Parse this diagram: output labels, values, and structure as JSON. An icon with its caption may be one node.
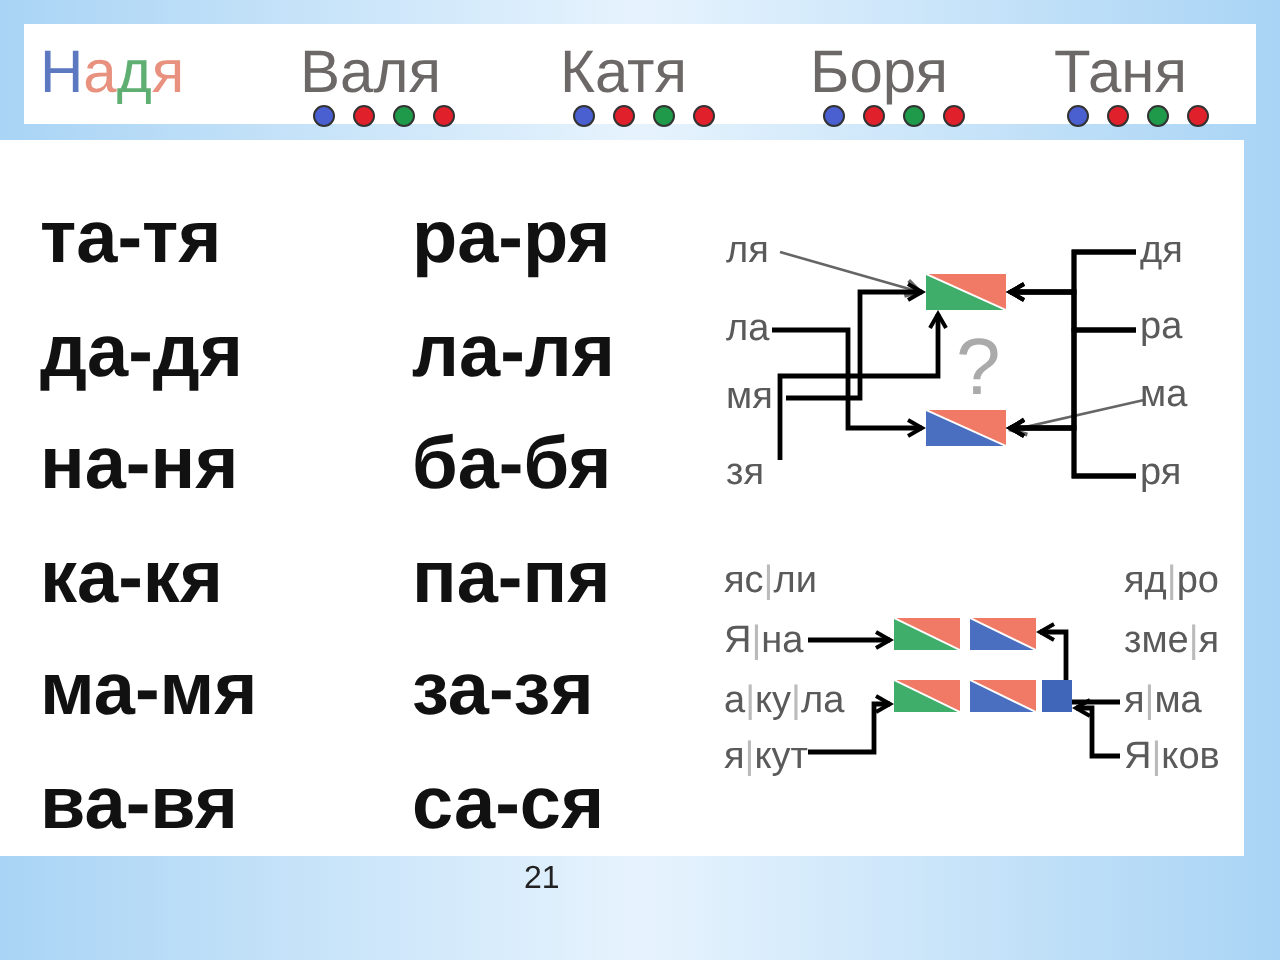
{
  "diagram": {
    "nodes": [
      {
        "text": [
          "ля"
        ]
      },
      {
        "text": [
          "ла"
        ]
      },
      {
        "text": [
          "мя"
        ]
      },
      {
        "text": [
          "зя"
        ]
      },
      {
        "text": [],
        "shape": "box"
      },
      {
        "text": [],
        "shape": "box"
      },
      {
        "text": [
          "дя"
        ]
      },
      {
        "text": [
          "ра"
        ]
      },
      {
        "text": [
          "ма"
        ]
      },
      {
        "text": [
          "ря"
        ]
      },
      {
        "text": [
          "яс|ли"
        ]
      },
      {
        "text": [
          "Я|на"
        ]
      },
      {
        "text": [
          "а|ку|ла"
        ]
      },
      {
        "text": [
          "я|кут"
        ]
      },
      {
        "text": [],
        "shape": "box"
      },
      {
        "text": [],
        "shape": "box"
      },
      {
        "text": [],
        "shape": "box"
      },
      {
        "text": [],
        "shape": "box"
      },
      {
        "text": [],
        "shape": "box"
      },
      {
        "text": [
          "яд|ро"
        ]
      },
      {
        "text": [
          "зме|я"
        ]
      },
      {
        "text": [
          "я|ма"
        ]
      },
      {
        "text": [
          "Я|ков"
        ]
      }
    ],
    "edges": [
      {
        "from": 0,
        "to": 4,
        "arrow": "to",
        "color": "#666666"
      },
      {
        "from": 2,
        "to": 4,
        "arrow": "to"
      },
      {
        "from": 3,
        "to": 4,
        "arrow": "to"
      },
      {
        "from": 1,
        "to": 5,
        "arrow": "to"
      },
      {
        "from": 8,
        "to": 5,
        "arrow": "to",
        "color": "#666666"
      },
      {
        "from": 6,
        "to": 4,
        "arrow": "to"
      },
      {
        "from": 6,
        "to": 5,
        "arrow": "to"
      },
      {
        "from": 7,
        "to": 4,
        "arrow": "to"
      },
      {
        "from": 7,
        "to": 5,
        "arrow": "to"
      },
      {
        "from": 9,
        "to": 4,
        "arrow": "to"
      },
      {
        "from": 9,
        "to": 5,
        "arrow": "to"
      },
      {
        "from": 11,
        "to": 14,
        "arrow": "to"
      },
      {
        "from": 13,
        "to": 16,
        "arrow": "to"
      },
      {
        "from": 21,
        "to": 15,
        "arrow": "to"
      },
      {
        "from": 22,
        "to": 18,
        "arrow": "to"
      }
    ],
    "labels": [
      "Надя",
      "Валя",
      "Катя",
      "Боря",
      "Таня",
      "та-тя",
      "ра-ря",
      "да-дя",
      "ла-ля",
      "на-ня",
      "ба-бя",
      "ка-кя",
      "па-пя",
      "ма-мя",
      "за-зя",
      "ва-вя",
      "са-ся",
      "?",
      "21"
    ]
  }
}
